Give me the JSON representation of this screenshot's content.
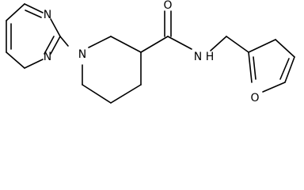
{
  "atoms": {
    "pyrimidine_n_top": "N",
    "pyrimidine_n_bottom": "N",
    "piperidine_n": "N",
    "amide_o": "O",
    "amide_n": "N",
    "amide_h": "H",
    "furan_o": "O"
  },
  "colors": {
    "bond": "#000000",
    "label": "#000000",
    "background": "#ffffff"
  }
}
